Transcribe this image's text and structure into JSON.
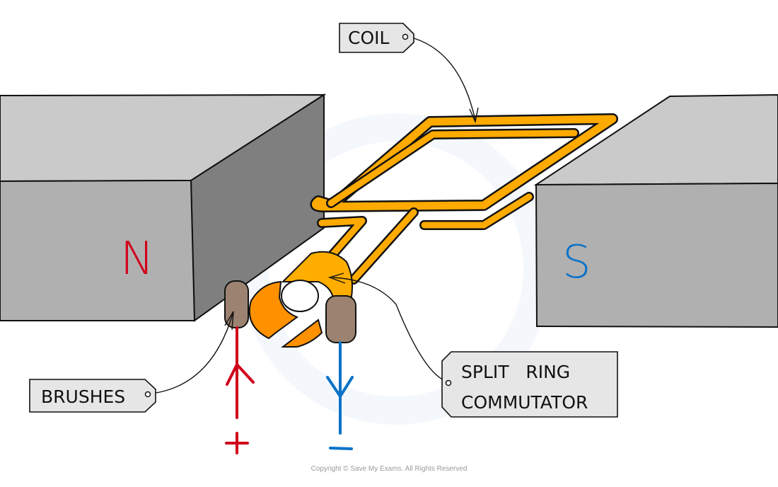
{
  "diagram": {
    "title": "DC motor with split ring commutator",
    "magnets": {
      "north": {
        "label": "N",
        "color": "#d0021b"
      },
      "south": {
        "label": "S",
        "color": "#0a72c8"
      }
    },
    "labels": {
      "coil": "COIL",
      "brushes": "BRUSHES",
      "commutator_line1": "SPLIT   RING",
      "commutator_line2": "COMMUTATOR"
    },
    "terminals": {
      "positive": {
        "symbol": "+",
        "color": "#d0021b",
        "current_direction": "up"
      },
      "negative": {
        "symbol": "−",
        "color": "#0a72c8",
        "current_direction": "down"
      }
    },
    "colors": {
      "magnet_top": "#cacaca",
      "magnet_front": "#b0b0b0",
      "magnet_side": "#7f7f7f",
      "coil": "#ffaa00",
      "commutator_light": "#ffae00",
      "commutator_dark": "#ff9100",
      "brush": "#9c8371",
      "tag_fill": "#e6e6e6"
    },
    "copyright": "Copyright © Save My Exams. All Rights Reserved"
  }
}
